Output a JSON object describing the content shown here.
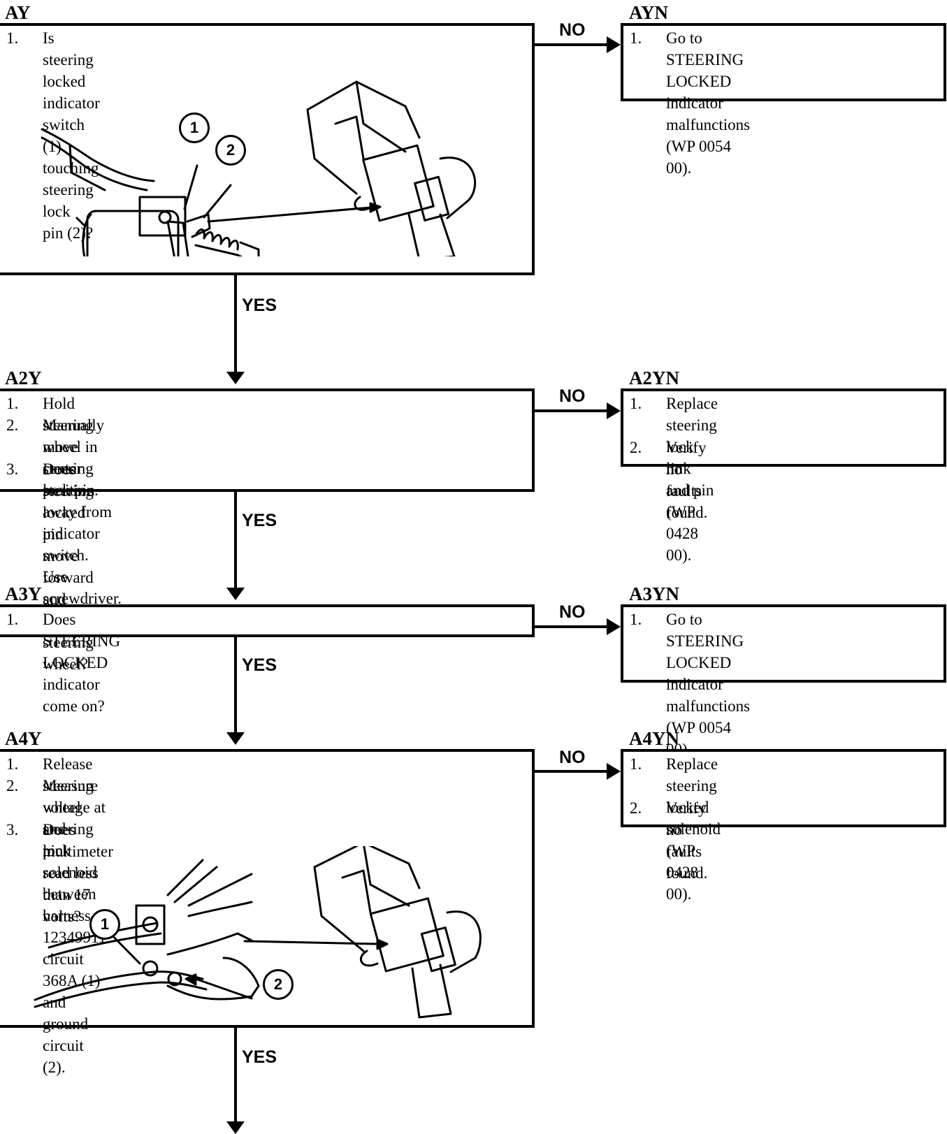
{
  "flow_labels": {
    "yes": "YES",
    "no": "NO"
  },
  "steps": {
    "ay": {
      "label": "AY",
      "items": [
        {
          "num": "1.",
          "text": "Is steering locked indicator switch (1) touching steering lock\npin (2)?"
        }
      ],
      "figure": {
        "callouts": [
          "1",
          "2"
        ]
      }
    },
    "ayn": {
      "label": "AYN",
      "items": [
        {
          "num": "1.",
          "text": "Go to STEERING LOCKED\nindicator malfunctions\n(WP 0054 00)."
        }
      ]
    },
    "a2y": {
      "label": "A2Y",
      "items": [
        {
          "num": "1.",
          "text": "Hold steering wheel in center position."
        },
        {
          "num": "2.",
          "text": "Manually move steering lock pin away from indicator switch.\nUse screwdriver."
        },
        {
          "num": "3.",
          "text": "Does steering locked pin move forward and lock steering wheel?"
        }
      ]
    },
    "a2yn": {
      "label": "A2YN",
      "items": [
        {
          "num": "1.",
          "text": "Replace steering lock link and pin\n(WP 0428 00)."
        },
        {
          "num": "2.",
          "text": "Verify no faults found."
        }
      ]
    },
    "a3y": {
      "label": "A3Y",
      "items": [
        {
          "num": "1.",
          "text": "Does STEERING LOCKED indicator come on?"
        }
      ]
    },
    "a3yn": {
      "label": "A3YN",
      "items": [
        {
          "num": "1.",
          "text": "Go to STEERING LOCKED\nindicator malfunctions\n(WP 0054 00)."
        }
      ]
    },
    "a4y": {
      "label": "A4Y",
      "items": [
        {
          "num": "1.",
          "text": "Release steering wheel and pin."
        },
        {
          "num": "2.",
          "text": "Measure voltage at steering lock solenoid between harness\n12349911 circuit 368A (1) and ground circuit (2)."
        },
        {
          "num": "3.",
          "text": "Does multimeter read less than 17 volts?"
        }
      ],
      "figure": {
        "callouts": [
          "1",
          "2"
        ]
      }
    },
    "a4yn": {
      "label": "A4YN",
      "items": [
        {
          "num": "1.",
          "text": "Replace steering locked solenoid\n(WP 0428 00)."
        },
        {
          "num": "2.",
          "text": "Verify no faults found."
        }
      ]
    }
  }
}
